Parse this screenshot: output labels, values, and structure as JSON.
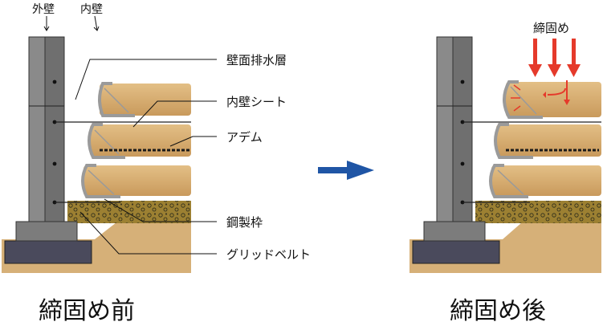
{
  "labels": {
    "outer_wall": "外壁",
    "inner_wall": "内壁",
    "drainage_layer": "壁面排水層",
    "inner_sheet": "内壁シート",
    "adem": "アデム",
    "steel_frame": "鋼製枠",
    "grid_belt": "グリッドベルト",
    "compaction": "締固め"
  },
  "captions": {
    "before": "締固め前",
    "after": "締固め後"
  },
  "colors": {
    "soil_fill": "#d9b27a",
    "soil_fill_dark": "#c99a5c",
    "ground": "#d6b078",
    "gravel": "#a3863a",
    "wall": "#7a7a7a",
    "wall_dark": "#4d4d4d",
    "footing": "#7c7c7c",
    "base": "#4a4a5c",
    "arrow_blue": "#1f55a5",
    "arrow_red": "#e53a2b"
  }
}
